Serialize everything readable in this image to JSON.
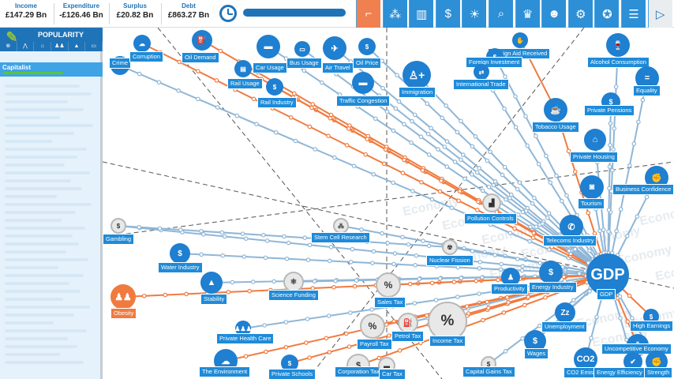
{
  "topbar": {
    "income": {
      "label": "Income",
      "value": "£147.29 Bn"
    },
    "expenditure": {
      "label": "Expenditure",
      "value": "-£126.46 Bn"
    },
    "surplus": {
      "label": "Surplus",
      "value": "£20.82 Bn"
    },
    "debt": {
      "label": "Debt",
      "value": "£863.27 Bn"
    },
    "tools": [
      {
        "name": "pistol-icon",
        "glyph": "⌐"
      },
      {
        "name": "molecule-icon",
        "glyph": "⁂"
      },
      {
        "name": "bar-chart-icon",
        "glyph": "▥"
      },
      {
        "name": "dollar-icon",
        "glyph": "$"
      },
      {
        "name": "lightbulb-icon",
        "glyph": "☀"
      },
      {
        "name": "magnifier-icon",
        "glyph": "⌕"
      },
      {
        "name": "trophy-icon",
        "glyph": "♛"
      },
      {
        "name": "people-icon",
        "glyph": "☻"
      },
      {
        "name": "gear-icon",
        "glyph": "⚙"
      },
      {
        "name": "medal-icon",
        "glyph": "✪"
      },
      {
        "name": "document-icon",
        "glyph": "☰"
      },
      {
        "name": "next-turn-icon",
        "glyph": "▷"
      }
    ]
  },
  "leftpanel": {
    "title": "POPULARITY",
    "group_tabs": [
      "⊗",
      "⋀",
      "⌂",
      "♟♟",
      "▲",
      "▭"
    ],
    "selected_group": "Capitalist",
    "selected_popularity": 0.6
  },
  "map": {
    "watermark": "Economy",
    "nodes": [
      {
        "id": "crime",
        "label": "Crime",
        "style": "blue",
        "glyph": "☠"
      },
      {
        "id": "corruption",
        "label": "Corruption",
        "style": "blue",
        "glyph": "☁"
      },
      {
        "id": "oil_demand",
        "label": "Oil Demand",
        "style": "blue",
        "glyph": "⛽"
      },
      {
        "id": "car_usage",
        "label": "Car Usage",
        "style": "blue",
        "glyph": "▬"
      },
      {
        "id": "bus_usage",
        "label": "Bus Usage",
        "style": "blue",
        "glyph": "▭"
      },
      {
        "id": "air_travel",
        "label": "Air Travel",
        "style": "blue",
        "glyph": "✈"
      },
      {
        "id": "oil_price",
        "label": "Oil Price",
        "style": "blue",
        "glyph": "$"
      },
      {
        "id": "rail_usage",
        "label": "Rail Usage",
        "style": "blue",
        "glyph": "▤"
      },
      {
        "id": "rail_industry",
        "label": "Rail Industry",
        "style": "blue",
        "glyph": "$"
      },
      {
        "id": "traffic_congestion",
        "label": "Traffic Congestion",
        "style": "blue",
        "glyph": "▬"
      },
      {
        "id": "immigration",
        "label": "Immigration",
        "style": "blue",
        "glyph": "♙+"
      },
      {
        "id": "foreign_aid",
        "label": "Foreign Aid Received",
        "style": "blue",
        "glyph": "✋"
      },
      {
        "id": "foreign_investment",
        "label": "Foreign Investment",
        "style": "blue",
        "glyph": "$"
      },
      {
        "id": "international_trade",
        "label": "International Trade",
        "style": "blue",
        "glyph": "⇄"
      },
      {
        "id": "alcohol",
        "label": "Alcohol Consumption",
        "style": "blue",
        "glyph": "🍷"
      },
      {
        "id": "equality",
        "label": "Equality",
        "style": "blue",
        "glyph": "="
      },
      {
        "id": "private_pensions",
        "label": "Private Pensions",
        "style": "blue",
        "glyph": "$"
      },
      {
        "id": "tobacco",
        "label": "Tobacco Usage",
        "style": "blue",
        "glyph": "☕"
      },
      {
        "id": "private_housing",
        "label": "Private Housing",
        "style": "blue",
        "glyph": "⌂"
      },
      {
        "id": "business_confidence",
        "label": "Business Confidence",
        "style": "blue",
        "glyph": "✊"
      },
      {
        "id": "tourism",
        "label": "Tourism",
        "style": "blue",
        "glyph": "◙"
      },
      {
        "id": "pollution_controls",
        "label": "Pollution Controls",
        "style": "grey",
        "glyph": "▟"
      },
      {
        "id": "telecoms",
        "label": "Telecoms Industry",
        "style": "blue",
        "glyph": "✆"
      },
      {
        "id": "gambling",
        "label": "Gambling",
        "style": "grey",
        "glyph": "$"
      },
      {
        "id": "stem_cell",
        "label": "Stem Cell Research",
        "style": "grey",
        "glyph": "⁂"
      },
      {
        "id": "nuclear_fission",
        "label": "Nuclear Fission",
        "style": "grey",
        "glyph": "☢"
      },
      {
        "id": "water_industry",
        "label": "Water Industry",
        "style": "blue",
        "glyph": "$"
      },
      {
        "id": "stability",
        "label": "Stability",
        "style": "blue",
        "glyph": "▲"
      },
      {
        "id": "science_funding",
        "label": "Science Funding",
        "style": "grey",
        "glyph": "⚛"
      },
      {
        "id": "productivity",
        "label": "Productivity",
        "style": "blue",
        "glyph": "♟"
      },
      {
        "id": "energy_industry",
        "label": "Energy Industry",
        "style": "blue",
        "glyph": "$"
      },
      {
        "id": "gdp",
        "label": "GDP",
        "style": "blue",
        "glyph": "GDP"
      },
      {
        "id": "obesity",
        "label": "Obesity",
        "style": "orange",
        "glyph": "♟♟"
      },
      {
        "id": "sales_tax",
        "label": "Sales Tax",
        "style": "grey",
        "glyph": "%"
      },
      {
        "id": "private_health",
        "label": "Private Health Care",
        "style": "blue",
        "glyph": "♟♟♟"
      },
      {
        "id": "payroll_tax",
        "label": "Payroll Tax",
        "style": "grey",
        "glyph": "%"
      },
      {
        "id": "petrol_tax",
        "label": "Petrol Tax",
        "style": "grey",
        "glyph": "⛽"
      },
      {
        "id": "income_tax",
        "label": "Income Tax",
        "style": "grey",
        "glyph": "%"
      },
      {
        "id": "unemployment",
        "label": "Unemployment",
        "style": "blue",
        "glyph": "Zz"
      },
      {
        "id": "high_earnings",
        "label": "High Earnings",
        "style": "blue",
        "glyph": "$"
      },
      {
        "id": "uncompetitive",
        "label": "Uncompetitive Economy",
        "style": "blue",
        "glyph": "⇩"
      },
      {
        "id": "the_environment",
        "label": "The Environment",
        "style": "blue",
        "glyph": "☁"
      },
      {
        "id": "private_schools",
        "label": "Private Schools",
        "style": "blue",
        "glyph": "$"
      },
      {
        "id": "corporation_tax",
        "label": "Corporation Tax",
        "style": "grey",
        "glyph": "$"
      },
      {
        "id": "car_tax",
        "label": "Car Tax",
        "style": "grey",
        "glyph": "▬"
      },
      {
        "id": "capital_gains_tax",
        "label": "Capital Gains Tax",
        "style": "grey",
        "glyph": "$"
      },
      {
        "id": "wages",
        "label": "Wages",
        "style": "blue",
        "glyph": "$"
      },
      {
        "id": "co2",
        "label": "CO2 Emissions",
        "style": "blue",
        "glyph": "CO2"
      },
      {
        "id": "energy_efficiency",
        "label": "Energy Efficiency",
        "style": "blue",
        "glyph": "✔"
      },
      {
        "id": "strength",
        "label": "Strength",
        "style": "blue",
        "glyph": "✊"
      }
    ]
  }
}
